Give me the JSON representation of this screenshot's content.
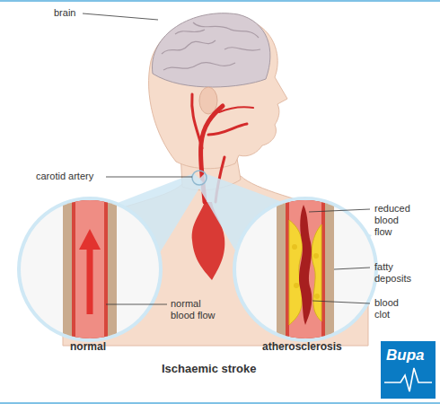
{
  "diagram": {
    "caption": "Ischaemic stroke",
    "nodes": [
      {
        "text": [
          "Bupa"
        ]
      }
    ],
    "labels": [
      "brain",
      "carotid artery",
      "reduced blood flow",
      "fatty deposits",
      "normal blood flow",
      "blood clot",
      "normal",
      "atherosclerosis"
    ]
  }
}
